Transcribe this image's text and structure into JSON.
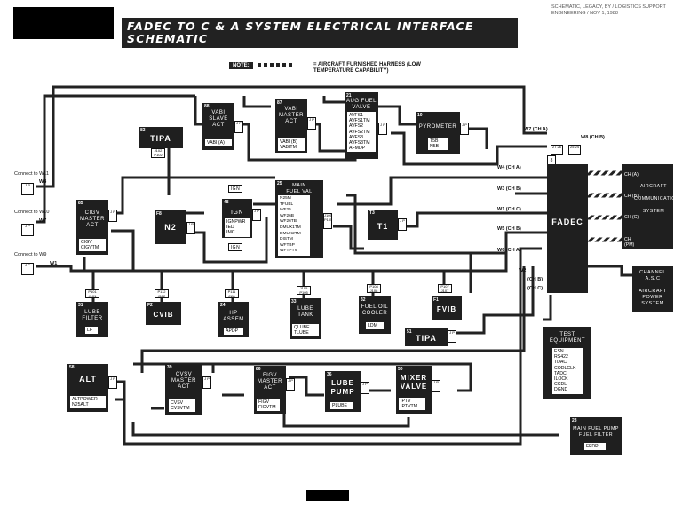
{
  "title": "FADEC TO C & A SYSTEM ELECTRICAL INTERFACE SCHEMATIC",
  "stamp": "SCHEMATIC, LEGACY, BY / LOGISTICS SUPPORT ENGINEERING / NOV 1, 1988",
  "note": {
    "badge": "NOTE:",
    "text": "= AIRCRAFT FURNISHED HARNESS (LOW TEMPERATURE CAPABILITY)"
  },
  "components": {
    "vabi_slave": {
      "num": "88",
      "label": "VABI\nSLAVE\nACT",
      "signals": "VABI (A)"
    },
    "vabi_master": {
      "num": "87",
      "label": "VABI\nMASTER\nACT",
      "signals": "VABI (B)\nVABITM"
    },
    "aug_fuel_valve": {
      "num": "21",
      "label": "AUG FUEL\nVALVE",
      "signals": "AVFS1\nAVFS1TM\nAVFS2\nAVFS2TM\nAVFS3\nAVFS3TM\nAFMDP"
    },
    "pyrometer": {
      "num": "10",
      "label": "PYROMETER",
      "signals": "T5B\nN5B"
    },
    "tipa_top": {
      "num": "83",
      "label": "TIPA"
    },
    "cigv": {
      "num": "85",
      "label": "CIGV\nMASTER\nACT",
      "signals": "CIGV\nCIGVTM"
    },
    "n2": {
      "num": "F8",
      "label": "N2"
    },
    "ign": {
      "num": "48",
      "label": "IGN",
      "signals": "IGNPWR\nIED\nIMC"
    },
    "ign_tag_top": "IGN",
    "ign_tag_bottom": "IGN",
    "main_fuel_valve": {
      "num": "25",
      "label": "MAIN\nFUEL VAL",
      "signals": "N25M\nTFUEL\nWF25\nWF26B\nWF26TB\nDMUX1TM\nDMUX2TM\nDISTM\nWFTBP\nWFTPTV"
    },
    "t1": {
      "num": "T3",
      "label": "T1"
    },
    "fadec": {
      "num": "F",
      "label": "FADEC"
    },
    "aircraft_comm": {
      "label": "AIRCRAFT\n\nCOMMUNICATION\n\nSYSTEM",
      "ch_labels": [
        "CH (A)",
        "CH (B)",
        "CH (C)",
        "CH (PM)"
      ]
    },
    "channel_asc": {
      "label": "CHANNEL\nA.S.C\n\nAIRCRAFT\nPOWER\nSYSTEM"
    },
    "lube_filter": {
      "num": "31",
      "label": "LUBE\nFILTER",
      "signals": "LF"
    },
    "cvib": {
      "num": "F2",
      "label": "CVIB"
    },
    "hp_assem": {
      "num": "24",
      "label": "HP\nASSEM",
      "signals": "APDP"
    },
    "lube_tank": {
      "num": "33",
      "label": "LUBE\nTANK",
      "signals": "QLUBE\nTLUBE"
    },
    "fuel_oil_cooler": {
      "num": "32",
      "label": "FUEL OIL\nCOOLER",
      "signals": "LDM"
    },
    "fvib": {
      "num": "F1",
      "label": "FVIB"
    },
    "tipa_mid": {
      "num": "51",
      "label": "TIPA"
    },
    "test_equipment": {
      "label": "TEST\nEQUIPMENT",
      "signals": "ESN\nRS422\nTDAC\nCODLCLK\nTADC\nILOCK\nCCDL\nDGND"
    },
    "alt": {
      "num": "58",
      "label": "ALT",
      "signals": "ALTPOWER\nN25ALT"
    },
    "cvsv": {
      "num": "39",
      "label": "CVSV\nMASTER\nACT",
      "signals": "CVSV\nCVSVTM"
    },
    "figv": {
      "num": "86",
      "label": "FIGV\nMASTER\nACT",
      "signals": "FIGV\nFIGVTM"
    },
    "lube_pump": {
      "num": "36",
      "label": "LUBE\nPUMP",
      "signals": "PLUBE"
    },
    "mixer_valve": {
      "num": "50",
      "label": "MIXER\nVALVE",
      "signals": "IPTV\nIPTVTM"
    },
    "main_fuel_pump": {
      "num": "23",
      "label": "MAIN FUEL PUMP\nFUEL FILTER",
      "signals": "FFDP"
    }
  },
  "connectors": {
    "tipa_top": "J102\nP102",
    "fadec_top_left": "8",
    "fadec_top_mid": "27\n26",
    "fadec_top_right": "25\n24",
    "cvib": "P112\nJ112",
    "hp_assem": "P111\nJ111",
    "lube_tank": "J105\nP105",
    "fuel_oil_cooler": "P108\nJ108",
    "fvib": "P107\nJ107",
    "lube_filter": "P101\nJ101",
    "main_fuel_valve": "J105\nP105",
    "generic": "J\nP"
  },
  "wire_labels": {
    "w7_ch_a": "W7 (CH A)",
    "w8_ch_b": "W8 (CH B)",
    "w4_ch_a": "W4 (CH A)",
    "w3_ch_b": "W3 (CH B)",
    "w1_ch_c": "W1 (CH C)",
    "w5_ch_b": "W5 (CH B)",
    "w6_ch_a": "W6 (CH A)",
    "w2": "W2",
    "ch_b": "(CH B)",
    "ch_c": "(CH C)",
    "connect_w11": "Connect to W11",
    "w8": "W8",
    "connect_w10": "Connect to W10",
    "w7": "W7",
    "connect_w9": "Connect to W9",
    "w1": "W1"
  }
}
